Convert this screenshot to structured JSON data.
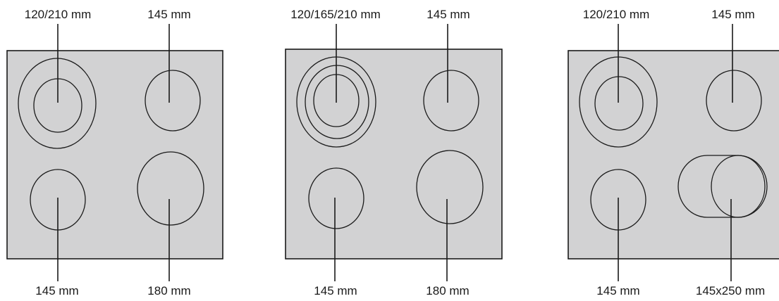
{
  "hobs": [
    {
      "top_labels": [
        "120/210 mm",
        "145 mm"
      ],
      "bottom_labels": [
        "145 mm",
        "180 mm"
      ]
    },
    {
      "top_labels": [
        "120/165/210 mm",
        "145 mm"
      ],
      "bottom_labels": [
        "145 mm",
        "180 mm"
      ]
    },
    {
      "top_labels": [
        "120/210 mm",
        "145 mm"
      ],
      "bottom_labels": [
        "145 mm",
        "145x250 mm"
      ]
    }
  ],
  "colors": {
    "plate": "#d2d2d3",
    "line": "#1a1a1a"
  }
}
